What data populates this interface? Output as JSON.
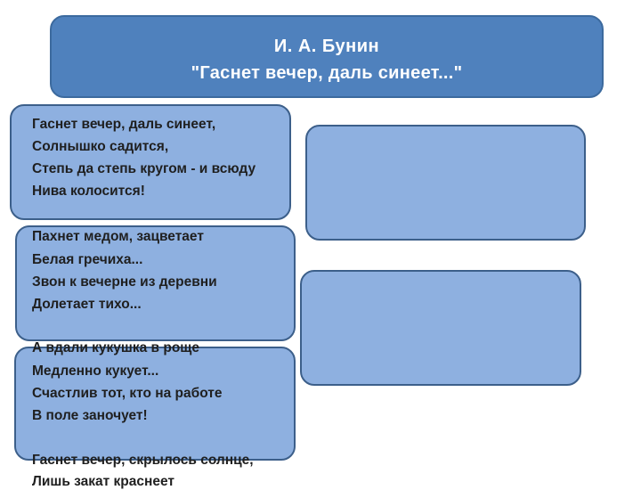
{
  "title": {
    "author": "И. А. Бунин",
    "poem_title": "\"Гаснет вечер, даль синеет...\""
  },
  "poem": {
    "lines": [
      " Гаснет вечер, даль синеет,",
      "Солнышко садится,",
      "Степь да степь кругом - и всюду",
      "Нива колосится!",
      "Пахнет медом, зацветает",
      "Белая гречиха...",
      "Звон к вечерне из деревни",
      "Долетает тихо...",
      "А вдали кукушка в роще",
      " Медленно кукует...",
      "Счастлив тот, кто на работе",
      "В поле заночует!",
      "Гаснет вечер, скрылось солнце,",
      " Лишь закат краснеет"
    ]
  },
  "colors": {
    "title_fill": "#4f81bd",
    "box_fill": "#8eb0e0",
    "box_border": "#3c5f8a",
    "text": "#1f1f1f"
  }
}
